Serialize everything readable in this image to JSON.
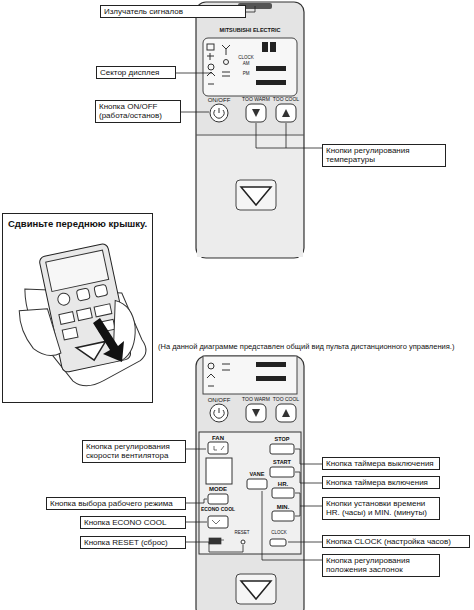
{
  "diagram": {
    "caption": "(На данной диаграмме представлен общий вид пульта дистанционного управления.)",
    "nodes": [
      {
        "text": [
          "Излучатель сигналов"
        ]
      },
      {
        "text": [
          "Сектор дисплея"
        ]
      },
      {
        "text": [
          "Кнопка ON/OFF (работа/останов)"
        ]
      },
      {
        "text": [
          "Кнопки регулирования температуры"
        ]
      },
      {
        "text": [
          "Сдвиньте переднюю крышку."
        ]
      },
      {
        "text": [
          "Кнопка регулирования скорости вентилятора"
        ]
      },
      {
        "text": [
          "Кнопка таймера выключения"
        ]
      },
      {
        "text": [
          "Кнопка таймера включения"
        ]
      },
      {
        "text": [
          "Кнопка выбора рабочего режима"
        ]
      },
      {
        "text": [
          "Кнопки установки времени HR. (часы) и MIN. (минуты)"
        ]
      },
      {
        "text": [
          "Кнопка ECONO COOL"
        ]
      },
      {
        "text": [
          "Кнопка RESET (сброс)"
        ]
      },
      {
        "text": [
          "Кнопка CLOCK (настройка часов)"
        ]
      },
      {
        "text": [
          "Кнопка регулирования положения заслонок"
        ]
      }
    ],
    "labels": [
      "MITSUBISHI ELECTRIC",
      "ON/OFF",
      "TOO WARM",
      "TOO COOL",
      "CLOCK",
      "AM",
      "PM",
      "ON/OFF",
      "TOO WARM",
      "TOO COOL",
      "FAN",
      "VANE",
      "STOP",
      "START",
      "HR.",
      "MIN.",
      "MODE",
      "ECONO COOL",
      "RESET",
      "CLOCK"
    ]
  }
}
